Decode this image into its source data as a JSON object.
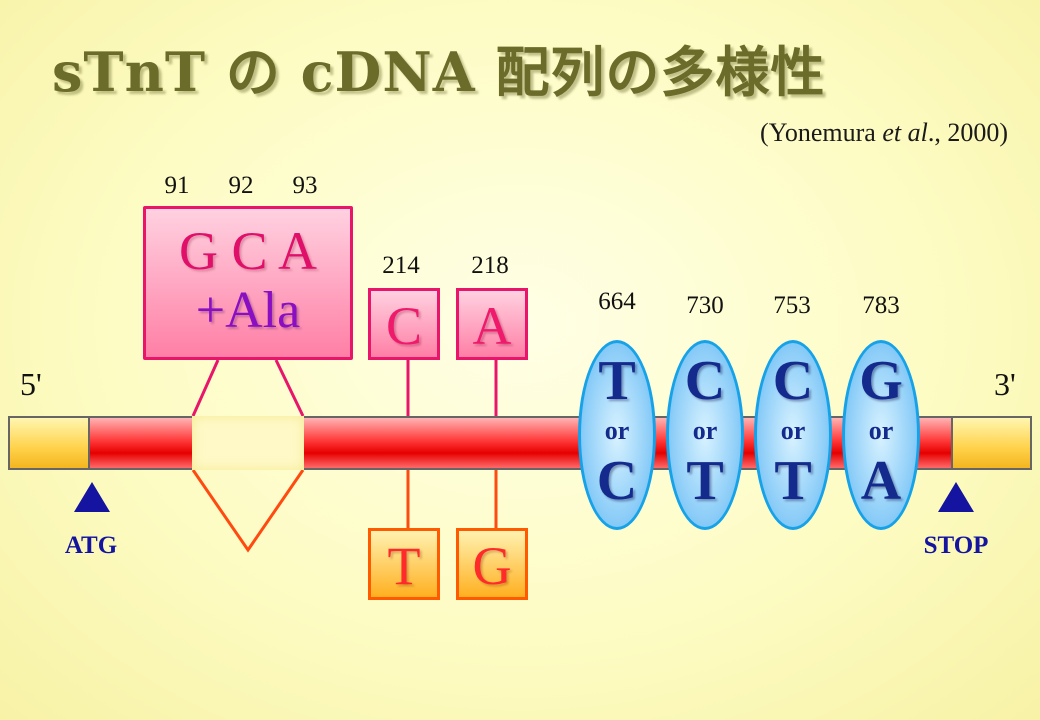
{
  "title": "sTnT の cDNA 配列の多様性",
  "citation": {
    "prefix": "(Yonemura ",
    "italic": "et al",
    "suffix": "., 2000)"
  },
  "strand": {
    "five_prime": "5'",
    "three_prime": "3'"
  },
  "codon_insert": {
    "positions": [
      "91",
      "92",
      "93"
    ],
    "codon": "G C A",
    "amino_acid": "+Ala"
  },
  "snps": [
    {
      "position": "214",
      "top": "C",
      "bottom": "T"
    },
    {
      "position": "218",
      "top": "A",
      "bottom": "G"
    }
  ],
  "variants": [
    {
      "position": "664",
      "first": "T",
      "or": "or",
      "second": "C"
    },
    {
      "position": "730",
      "first": "C",
      "or": "or",
      "second": "T"
    },
    {
      "position": "753",
      "first": "C",
      "or": "or",
      "second": "T"
    },
    {
      "position": "783",
      "first": "G",
      "or": "or",
      "second": "A"
    }
  ],
  "markers": {
    "start": "ATG",
    "stop": "STOP"
  },
  "colors": {
    "title": "#6b6b2a",
    "coding_region": "#e60000",
    "utr": "#ffd24a",
    "insert_box": "#e8156b",
    "variant_ellipse": "#16a2e8",
    "marker": "#1414a0"
  }
}
